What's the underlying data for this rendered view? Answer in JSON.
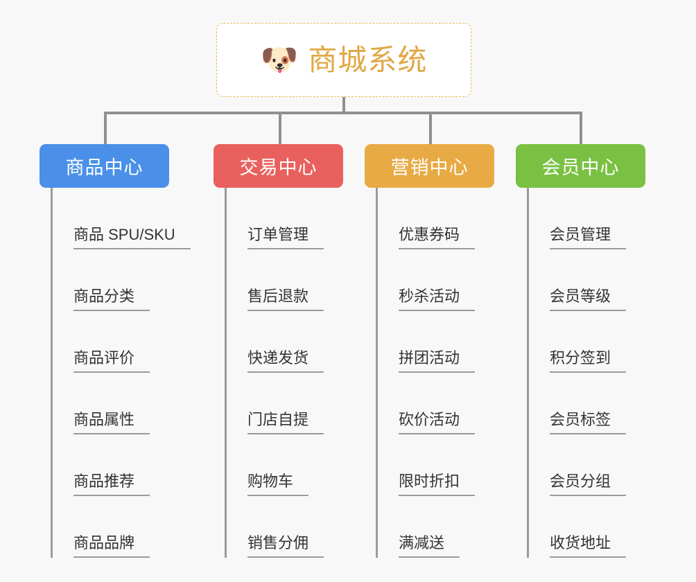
{
  "page": {
    "background_color": "#f8f8f8",
    "type": "mindmap"
  },
  "root": {
    "icon": "shiba-dog-face-emoji",
    "icon_glyph": "🐶",
    "title": "商城系统",
    "title_color": "#e0a844",
    "border_color": "#e9b84f",
    "background_color": "#ffffff"
  },
  "connector_color": "#909090",
  "branches": [
    {
      "label": "商品中心",
      "color": "#4a90e8",
      "items": [
        "商品 SPU/SKU",
        "商品分类",
        "商品评价",
        "商品属性",
        "商品推荐",
        "商品品牌"
      ]
    },
    {
      "label": "交易中心",
      "color": "#e9615e",
      "items": [
        "订单管理",
        "售后退款",
        "快递发货",
        "门店自提",
        "购物车",
        "销售分佣"
      ]
    },
    {
      "label": "营销中心",
      "color": "#e8aa44",
      "items": [
        "优惠券码",
        "秒杀活动",
        "拼团活动",
        "砍价活动",
        "限时折扣",
        "满减送"
      ]
    },
    {
      "label": "会员中心",
      "color": "#7ac143",
      "items": [
        "会员管理",
        "会员等级",
        "积分签到",
        "会员标签",
        "会员分组",
        "收货地址"
      ]
    }
  ]
}
